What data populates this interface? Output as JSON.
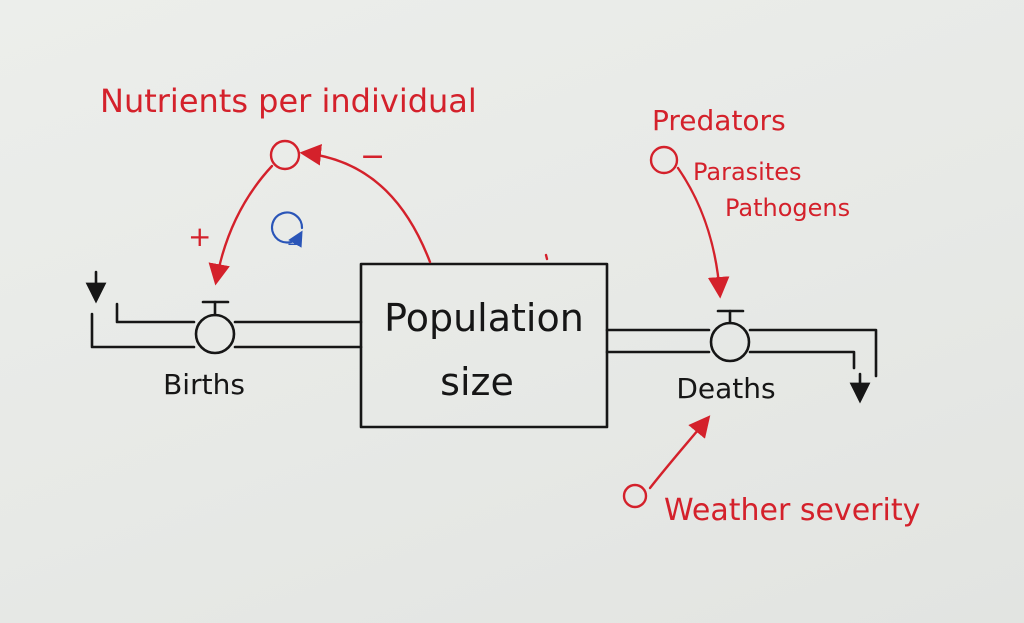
{
  "stock": {
    "line1": "Population",
    "line2": "size"
  },
  "flows": {
    "inflow": "Births",
    "outflow": "Deaths"
  },
  "variables": {
    "nutrients": "Nutrients per individual",
    "predators": "Predators",
    "parasites": "Parasites",
    "pathogens": "Pathogens",
    "weather": "Weather severity"
  },
  "polarities": {
    "nutrients_to_births": "+",
    "population_to_nutrients": "−"
  },
  "loop": {
    "sign": "−"
  },
  "colors": {
    "black_ink": "#161616",
    "red_ink": "#d4212b",
    "blue_ink": "#2a55b8",
    "paper": "#e9ebe8"
  }
}
